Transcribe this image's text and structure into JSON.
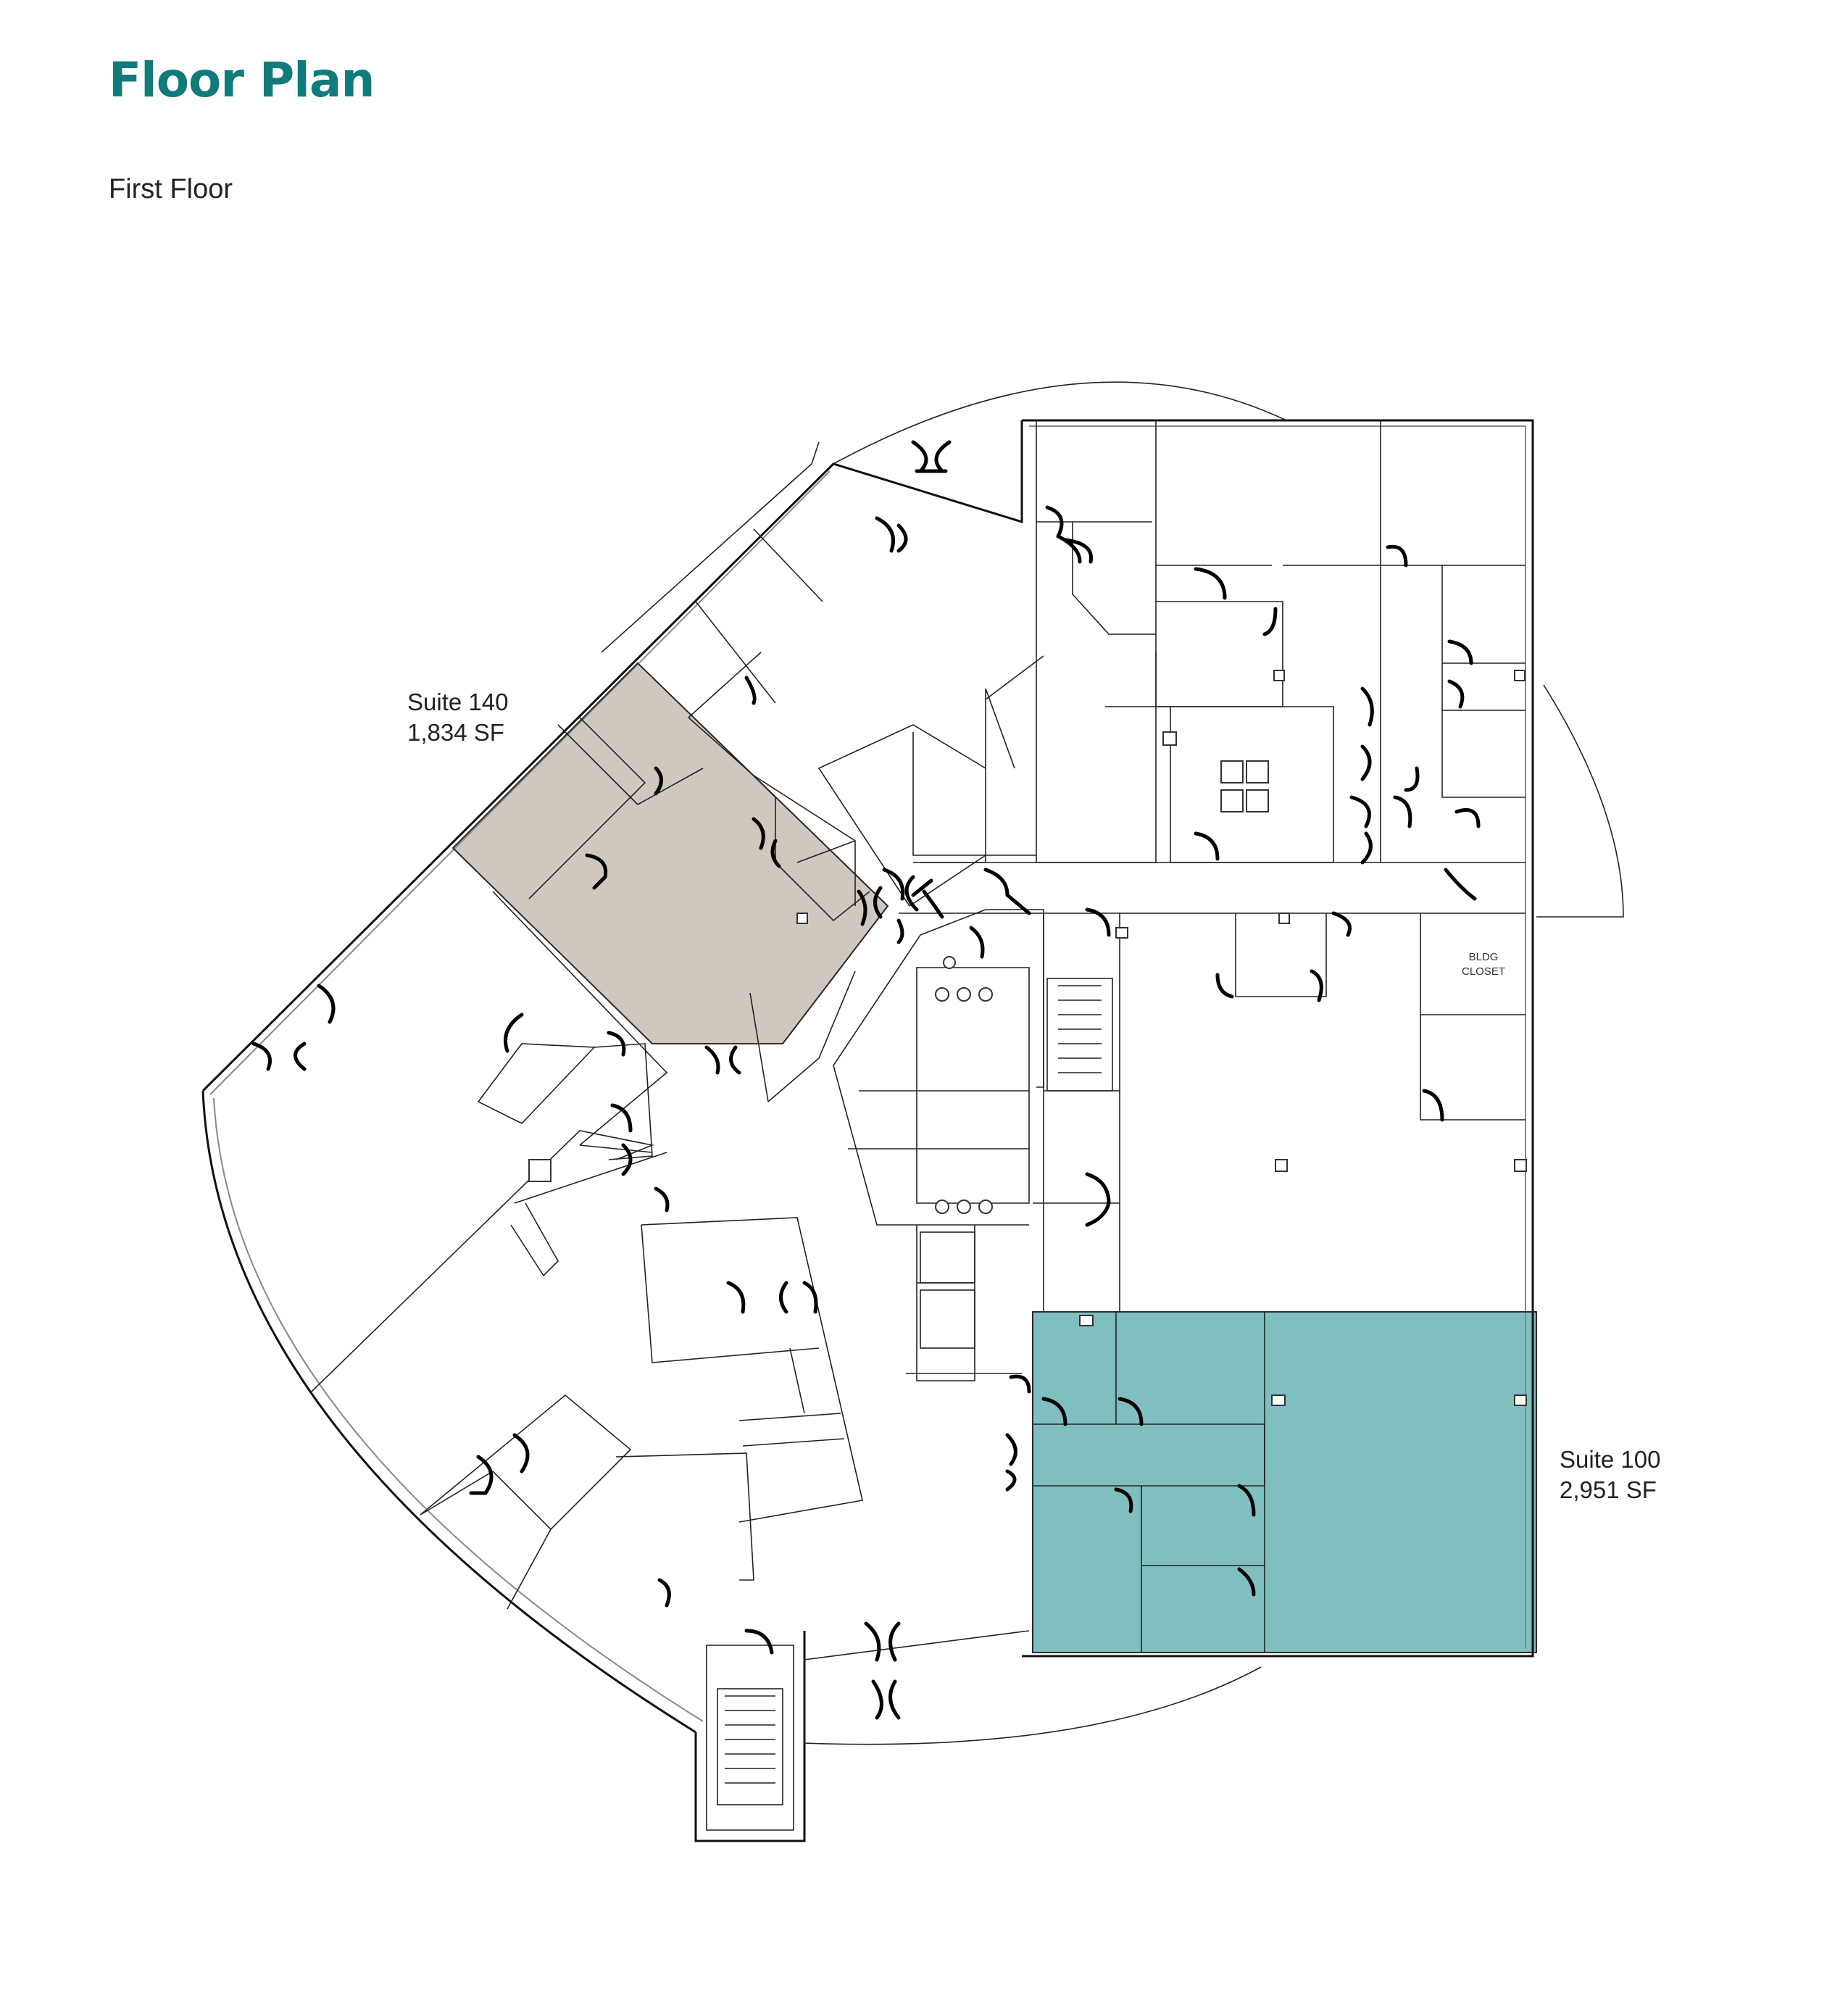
{
  "header": {
    "title": "Floor Plan",
    "subtitle": "First Floor"
  },
  "suites": [
    {
      "name": "Suite 140",
      "area": "1,834 SF",
      "color": "#d0c8bf"
    },
    {
      "name": "Suite 100",
      "area": "2,951 SF",
      "color": "#7fbfc0"
    }
  ],
  "rooms": {
    "bldg_closet_line1": "BLDG",
    "bldg_closet_line2": "CLOSET"
  },
  "colors": {
    "title": "#0f7b7b",
    "suite_140": "#d0c8bf",
    "suite_100": "#7fbfc0"
  }
}
